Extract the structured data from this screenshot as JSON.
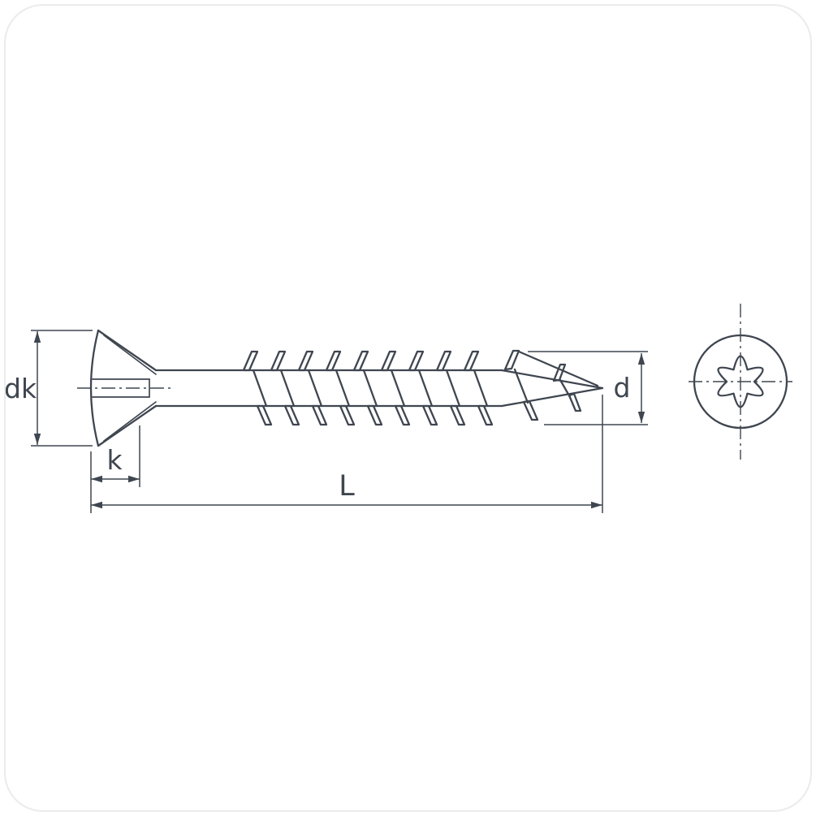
{
  "labels": {
    "head_diameter": "dk",
    "head_height": "k",
    "length": "L",
    "diameter": "d"
  },
  "colors": {
    "line": "#3f4650",
    "background": "#ffffff",
    "frame": "#ebebeb"
  }
}
